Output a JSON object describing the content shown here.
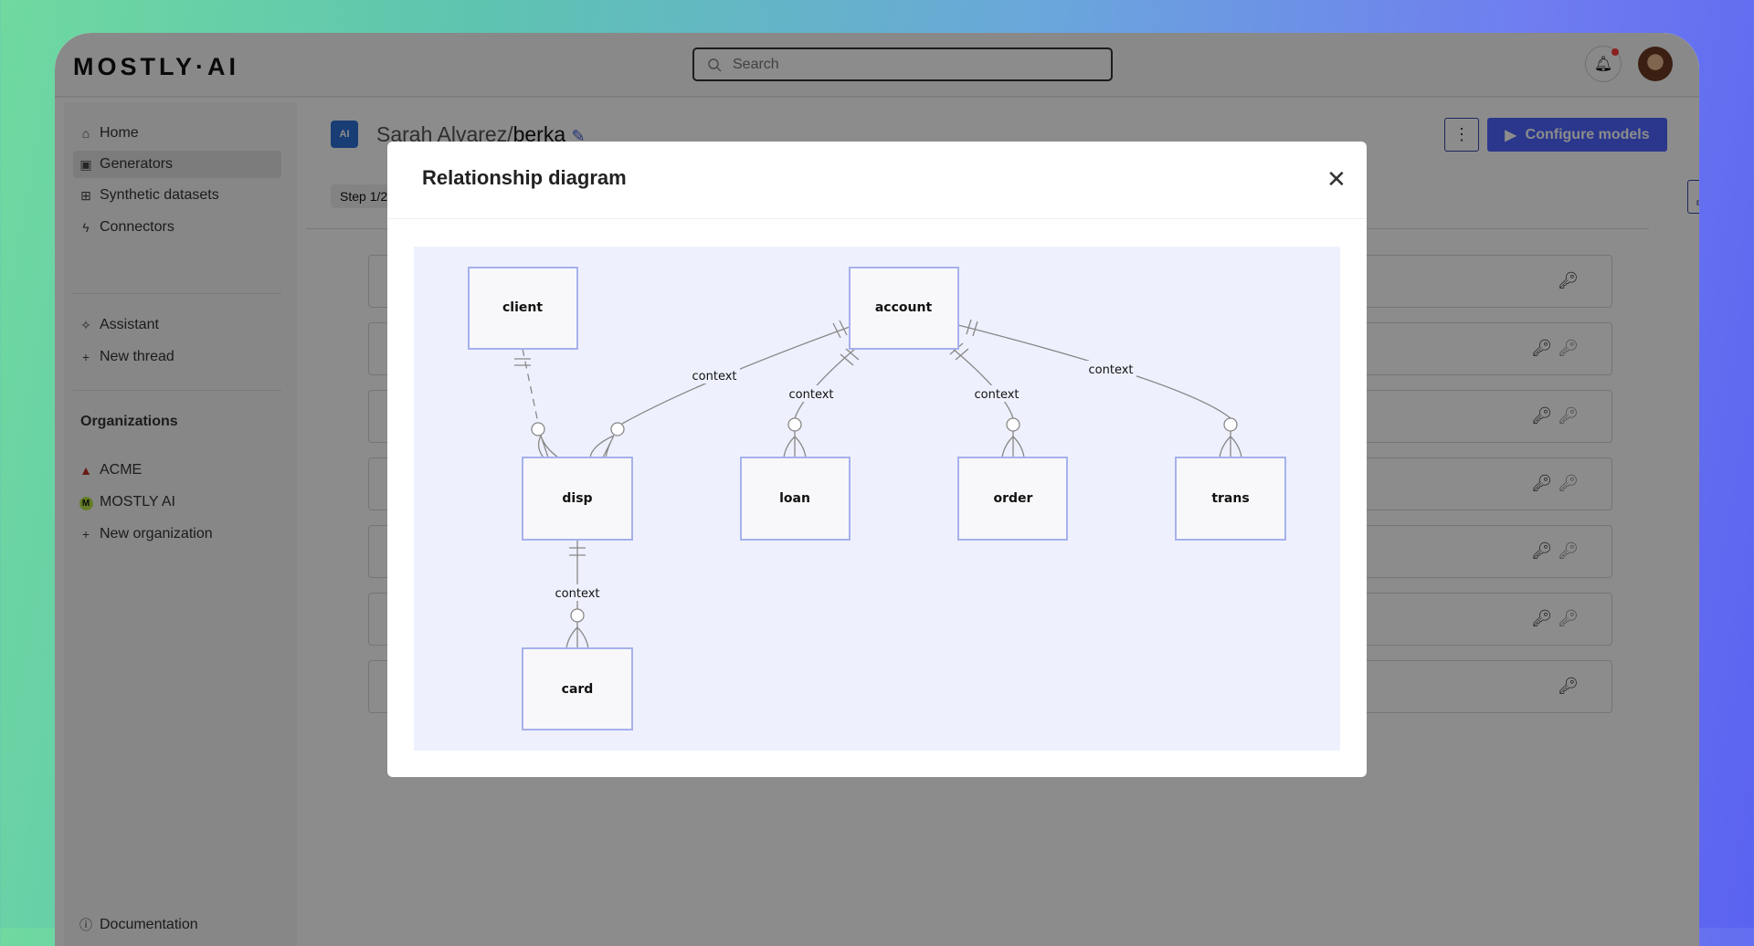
{
  "header": {
    "logo": "MOSTLY·AI",
    "search_placeholder": "Search"
  },
  "sidebar": {
    "items": [
      {
        "label": "Home",
        "icon": "home-icon"
      },
      {
        "label": "Generators",
        "icon": "generator-icon",
        "active": true
      },
      {
        "label": "Synthetic datasets",
        "icon": "dataset-icon"
      },
      {
        "label": "Connectors",
        "icon": "plug-icon"
      }
    ],
    "assistant": [
      {
        "label": "Assistant",
        "icon": "sparkle-icon"
      },
      {
        "label": "New thread",
        "icon": "plus-icon"
      }
    ],
    "organizations_heading": "Organizations",
    "organizations": [
      {
        "label": "ACME",
        "icon": "acme-logo"
      },
      {
        "label": "MOSTLY AI",
        "icon": "mostly-logo"
      },
      {
        "label": "New organization",
        "icon": "plus-icon"
      }
    ],
    "documentation": "Documentation"
  },
  "main": {
    "owner": "Sarah Alvarez/",
    "generator_name": "berka",
    "step": "Step 1/2",
    "configure_label": "Configure models",
    "brand_color": "#4e64ff",
    "rows": [
      {
        "keys": [
          "primary"
        ]
      },
      {
        "keys": [
          "primary",
          "foreign"
        ]
      },
      {
        "keys": [
          "primary",
          "foreign"
        ]
      },
      {
        "keys": [
          "primary",
          "foreign"
        ]
      },
      {
        "keys": [
          "primary",
          "foreign"
        ]
      },
      {
        "keys": [
          "primary",
          "foreign"
        ]
      },
      {
        "keys": [
          "primary"
        ]
      }
    ]
  },
  "modal": {
    "title": "Relationship diagram",
    "entities": [
      "client",
      "account",
      "disp",
      "loan",
      "order",
      "trans",
      "card"
    ],
    "relationships": [
      {
        "from": "client",
        "to": "disp",
        "label": "",
        "style": "dashed"
      },
      {
        "from": "account",
        "to": "disp",
        "label": "context"
      },
      {
        "from": "account",
        "to": "loan",
        "label": "context"
      },
      {
        "from": "account",
        "to": "order",
        "label": "context"
      },
      {
        "from": "account",
        "to": "trans",
        "label": "context"
      },
      {
        "from": "disp",
        "to": "card",
        "label": "context"
      }
    ]
  }
}
